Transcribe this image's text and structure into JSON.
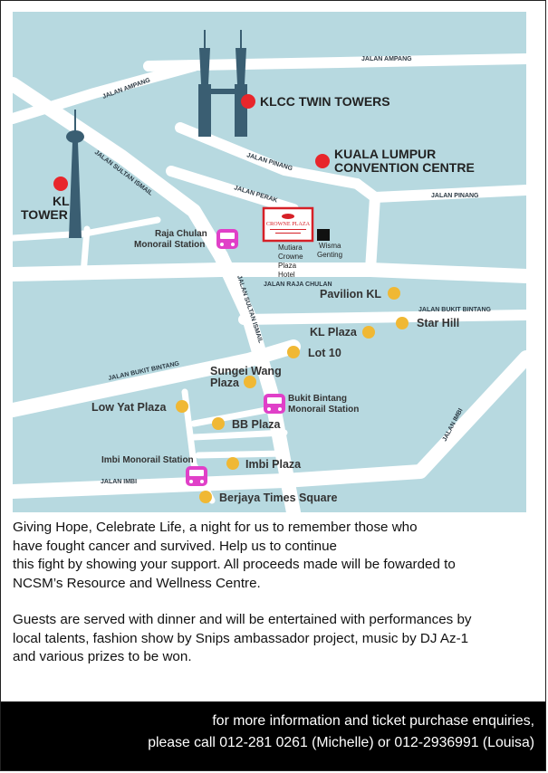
{
  "map": {
    "roads": {
      "jalan_ampang_top": "JALAN AMPANG",
      "jalan_ampang_left": "JALAN AMPANG",
      "jalan_sultan_ismail_top": "JALAN SULTAN ISMAIL",
      "jalan_pinang_mid": "JALAN PINANG",
      "jalan_perak": "JALAN PERAK",
      "jalan_pinang_right": "JALAN PINANG",
      "jalan_raja_chulan": "JALAN RAJA CHULAN",
      "jalan_bukit_bintang_right": "JALAN BUKIT BINTANG",
      "jalan_sultan_ismail_mid": "JALAN SULTAN ISMAIL",
      "jalan_bukit_bintang_left": "JALAN BUKIT BINTANG",
      "jalan_imbi_left": "JALAN IMBI",
      "jalan_imbi_right": "JALAN IMBI"
    },
    "landmarks": {
      "klcc": "KLCC TWIN TOWERS",
      "convention_line1": "KUALA LUMPUR",
      "convention_line2": "CONVENTION CENTRE",
      "kl_tower_line1": "KL",
      "kl_tower_line2": "TOWER"
    },
    "hotel": {
      "logo_text": "CROWNE PLAZA",
      "label_lines": [
        "Mutiara",
        "Crowne",
        "Plaza",
        "Hotel"
      ],
      "wisma_lines": [
        "Wisma",
        "Genting"
      ]
    },
    "stations": {
      "raja_chulan_line1": "Raja Chulan",
      "raja_chulan_line2": "Monorail Station",
      "bukit_bintang_line1": "Bukit Bintang",
      "bukit_bintang_line2": "Monorail Station",
      "imbi": "Imbi Monorail Station"
    },
    "places": {
      "pavilion": "Pavilion KL",
      "star_hill": "Star Hill",
      "kl_plaza": "KL Plaza",
      "lot10": "Lot 10",
      "sungei_wang_line1": "Sungei Wang",
      "sungei_wang_line2": "Plaza",
      "low_yat": "Low Yat Plaza",
      "bb_plaza": "BB Plaza",
      "imbi_plaza": "Imbi Plaza",
      "berjaya": "Berjaya Times Square"
    },
    "colors": {
      "background": "#b7d9e0",
      "road": "#ffffff",
      "landmark_dot": "#e8262b",
      "place_dot": "#f0b834",
      "monorail": "#e040c8",
      "tower": "#3a5e72",
      "hotel_red": "#d62027"
    }
  },
  "description": {
    "paragraph1": "Giving Hope, Celebrate Life, a night for us to remember those who have fought cancer and survived. Help us to continue this fight by showing your support. All proceeds made will be fowarded to NCSM’s Resource and Wellness Centre.",
    "paragraph1_lines": [
      "Giving Hope, Celebrate Life, a night for us to remember those who",
      "have fought cancer and survived. Help us to continue",
      "this fight by showing your support. All proceeds made will be fowarded to",
      "NCSM’s Resource and Wellness Centre."
    ],
    "paragraph2_lines": [
      "Guests are served with dinner and will be entertained with performances by",
      "local talents, fashion show by Snips ambassador project, music by DJ Az-1",
      "and various prizes to be won."
    ]
  },
  "footer": {
    "line1": "for more information and ticket  purchase enquiries,",
    "line2": "please call 012-281 0261 (Michelle) or 012-2936991 (Louisa)"
  }
}
